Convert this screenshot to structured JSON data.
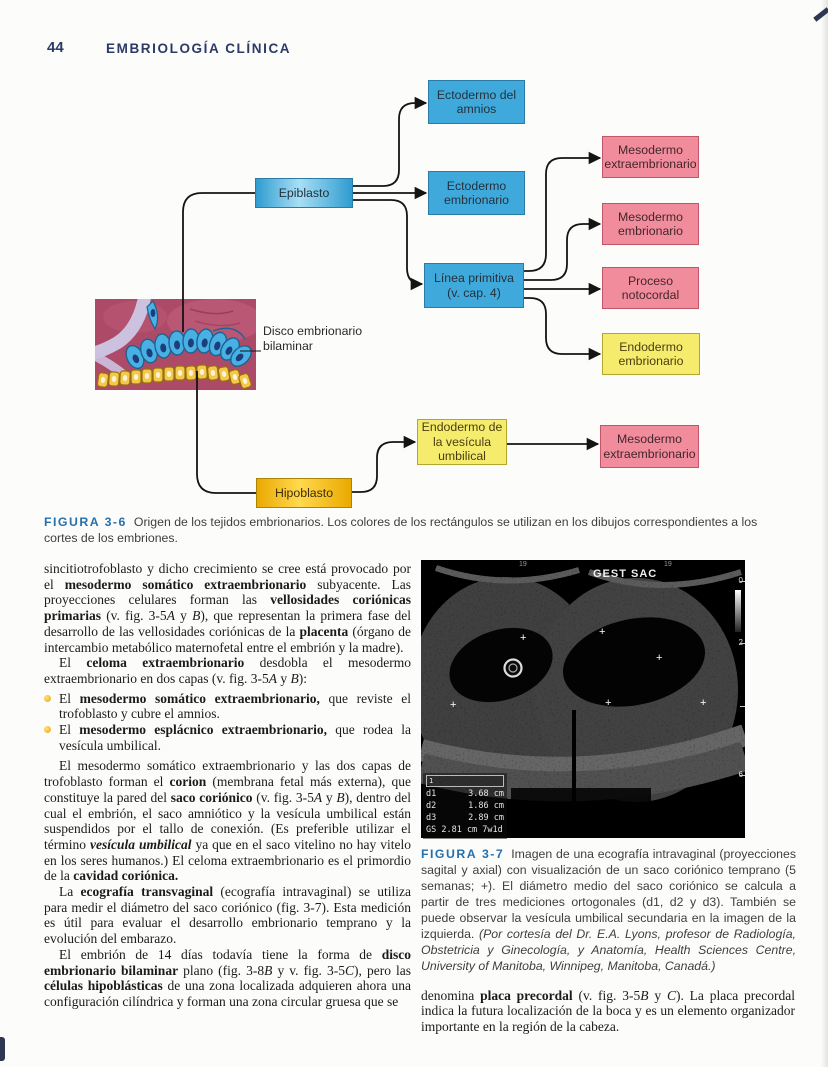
{
  "page": {
    "number": "44",
    "book_title": "EMBRIOLOGÍA CLÍNICA"
  },
  "colors": {
    "header_navy": "#2b3a66",
    "figure_label_blue": "#2470ad",
    "ectoderm_blue": "#3fa9dc",
    "mesoderm_pink": "#f18c9c",
    "endoderm_yellow": "#f5ec6e",
    "hipoblasto_orange": "#eaa900",
    "bullet_orange": "#eaa316"
  },
  "figure36": {
    "label": "FIGURA 3-6",
    "caption": "Origen de los tejidos embrionarios. Los colores de los rectángulos se utilizan en los dibujos correspondientes a los cortes de los embriones.",
    "embryo_label": "Disco embrionario bilaminar",
    "nodes": {
      "epiblasto": "Epiblasto",
      "ectodermo_amnios": "Ectodermo del amnios",
      "ectodermo_embrionario": "Ectodermo embrionario",
      "linea_primitiva": "Línea primitiva (v. cap. 4)",
      "mesodermo_extraembrionario_sup": "Mesodermo extraembrionario",
      "mesodermo_embrionario": "Mesodermo embrionario",
      "proceso_notocordal": "Proceso notocordal",
      "endodermo_embrionario": "Endodermo embrionario",
      "endodermo_vesicula": "Endodermo de la vesícula umbilical",
      "mesodermo_extraembrionario_inf": "Mesodermo extraembrionario",
      "hipoblasto": "Hipoblasto"
    }
  },
  "figure37": {
    "label": "FIGURA 3-7",
    "caption_segments": [
      [
        "Imagen de una ecografía intravaginal (proyecciones sagital y axial) con visualización de un saco coriónico temprano (5 semanas; +). El diámetro medio del saco coriónico se calcula a partir de tres mediciones ortogonales (d1, d2 y d3). También se puede observar la vesícula umbilical secundaria en la imagen de la izquierda. ",
        ""
      ],
      [
        "(Por cortesía del Dr. E.A. Lyons, profesor de Radiología, Obstetricia y Ginecología, y Anatomía, Health Sciences Centre, University of Manitoba, Winnipeg, Manitoba, Canadá.)",
        "i"
      ]
    ],
    "ultrasound": {
      "panel_label": "GEST SAC",
      "corner_marks": [
        "19",
        "19"
      ],
      "set_indicator": "1",
      "measurement_rows": [
        {
          "label": "d1",
          "value": "3.68 cm"
        },
        {
          "label": "d2",
          "value": "1.86 cm"
        },
        {
          "label": "d3",
          "value": "2.89 cm"
        }
      ],
      "gs_row": "GS 2.81 cm 7w1d",
      "scale_labels": [
        "0",
        "2",
        "6"
      ],
      "plus_marker": "+"
    }
  },
  "left_column": {
    "p1": {
      "segments": [
        [
          "sincitiotrofoblasto y dicho crecimiento se cree está provocado por el ",
          ""
        ],
        [
          "mesodermo somático extraembrionario",
          "b"
        ],
        [
          " subyacente. Las proyecciones celulares forman las ",
          ""
        ],
        [
          "vellosidades coriónicas primarias",
          "b"
        ],
        [
          " (v. fig. 3-5",
          ""
        ],
        [
          "A",
          "i"
        ],
        [
          " y ",
          ""
        ],
        [
          "B",
          "i"
        ],
        [
          "), que representan la primera fase del desarrollo de las vellosidades coriónicas de la ",
          ""
        ],
        [
          "placenta",
          "b"
        ],
        [
          " (órgano de intercambio metabólico maternofetal entre el embrión y la madre).",
          ""
        ]
      ]
    },
    "p2": {
      "segments": [
        [
          "El ",
          ""
        ],
        [
          "celoma extraembrionario",
          "b"
        ],
        [
          " desdobla el mesodermo extraembrionario en dos capas (v. fig. 3-5",
          ""
        ],
        [
          "A",
          "i"
        ],
        [
          " y ",
          ""
        ],
        [
          "B",
          "i"
        ],
        [
          "):",
          ""
        ]
      ]
    },
    "bullets": [
      {
        "segments": [
          [
            "El ",
            ""
          ],
          [
            "mesodermo somático extraembrionario,",
            "b"
          ],
          [
            " que reviste el trofoblasto y cubre el amnios.",
            ""
          ]
        ]
      },
      {
        "segments": [
          [
            "El ",
            ""
          ],
          [
            "mesodermo esplácnico extraembrionario,",
            "b"
          ],
          [
            " que rodea la vesícula umbilical.",
            ""
          ]
        ]
      }
    ],
    "p3": {
      "segments": [
        [
          "El mesodermo somático extraembrionario y las dos capas de trofoblasto forman el ",
          ""
        ],
        [
          "corion",
          "b"
        ],
        [
          " (membrana fetal más externa), que constituye la pared del ",
          ""
        ],
        [
          "saco coriónico",
          "b"
        ],
        [
          " (v. fig. 3-5",
          ""
        ],
        [
          "A",
          "i"
        ],
        [
          " y ",
          ""
        ],
        [
          "B",
          "i"
        ],
        [
          "), dentro del cual el embrión, el saco amniótico y la vesícula umbilical están suspendidos por el tallo de conexión. (Es preferible utilizar el término ",
          ""
        ],
        [
          "vesícula umbilical",
          "bi"
        ],
        [
          " ya que en el saco vitelino no hay vitelo en los seres humanos.) El celoma extraembrionario es el primordio de la ",
          ""
        ],
        [
          "cavidad coriónica.",
          "b"
        ]
      ]
    },
    "p4": {
      "segments": [
        [
          "La ",
          ""
        ],
        [
          "ecografía transvaginal",
          "b"
        ],
        [
          " (ecografía intravaginal) se utiliza para medir el diámetro del saco coriónico (fig. 3-7). Esta medición es útil para evaluar el desarrollo embrionario temprano y la evolución del embarazo.",
          ""
        ]
      ]
    },
    "p5": {
      "segments": [
        [
          "El embrión de 14 días todavía tiene la forma de ",
          ""
        ],
        [
          "disco embrionario bilaminar",
          "b"
        ],
        [
          " plano (fig. 3-8",
          ""
        ],
        [
          "B",
          "i"
        ],
        [
          " y v. fig. 3-5",
          ""
        ],
        [
          "C",
          "i"
        ],
        [
          "), pero las ",
          ""
        ],
        [
          "células hipoblásticas",
          "b"
        ],
        [
          " de una zona localizada adquieren ahora una configuración cilíndrica y forman una zona circular gruesa que se",
          ""
        ]
      ]
    }
  },
  "right_column": {
    "p_bottom": {
      "segments": [
        [
          "denomina ",
          ""
        ],
        [
          "placa precordal",
          "b"
        ],
        [
          " (v. fig. 3-5",
          ""
        ],
        [
          "B",
          "i"
        ],
        [
          " y ",
          ""
        ],
        [
          "C",
          "i"
        ],
        [
          "). La placa precordal indica la futura localización de la boca y es un elemento organizador importante en la región de la cabeza.",
          ""
        ]
      ]
    }
  }
}
